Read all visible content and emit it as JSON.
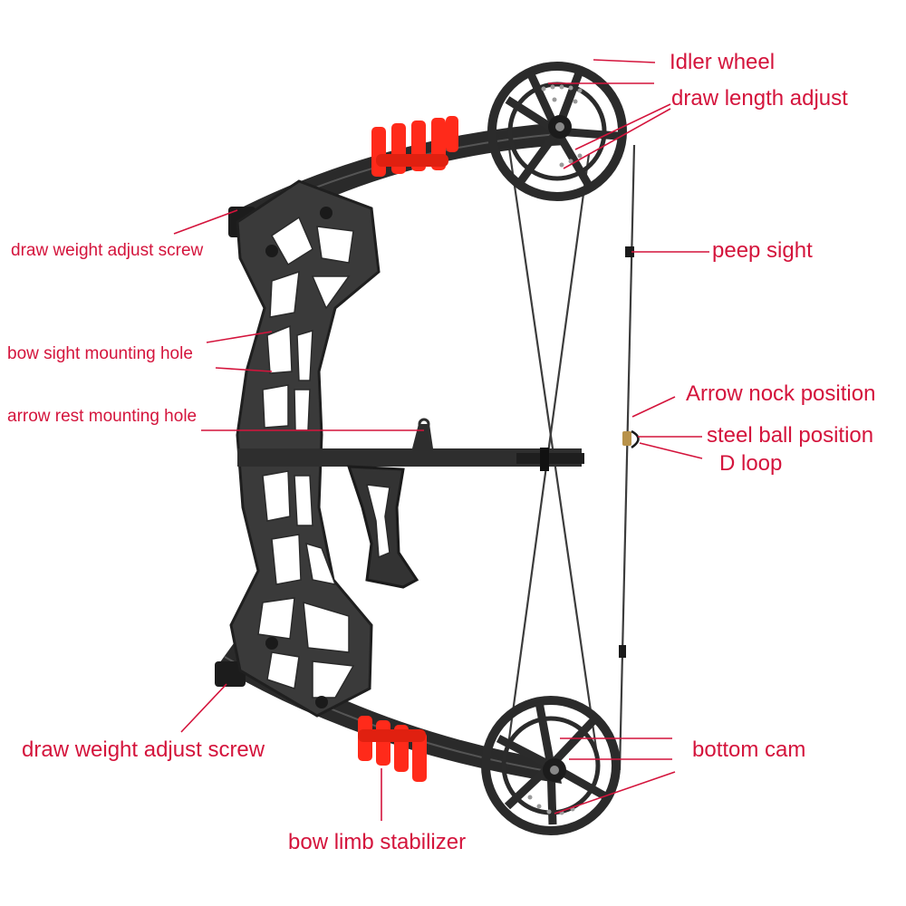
{
  "colors": {
    "label_text": "#d4143c",
    "leader_line": "#d4143c",
    "bow_body": "#3a3a3a",
    "bow_dark": "#1f1f1f",
    "dampener": "#ff2a1a",
    "string": "#3c3c3c",
    "brass": "#b8924a",
    "background": "#ffffff"
  },
  "labels": {
    "idler_wheel": "Idler wheel",
    "draw_length_adjust": "draw length adjust",
    "draw_weight_adjust_screw_top": "draw weight adjust screw",
    "peep_sight": "peep sight",
    "bow_sight_mounting_hole": "bow sight mounting hole",
    "arrow_rest_mounting_hole": "arrow rest mounting hole",
    "arrow_nock_position": "Arrow nock position",
    "steel_ball_position": "steel ball position",
    "d_loop": "D loop",
    "draw_weight_adjust_screw_bottom": "draw weight adjust screw",
    "bottom_cam": "bottom cam",
    "bow_limb_stabilizer": "bow limb stabilizer"
  }
}
